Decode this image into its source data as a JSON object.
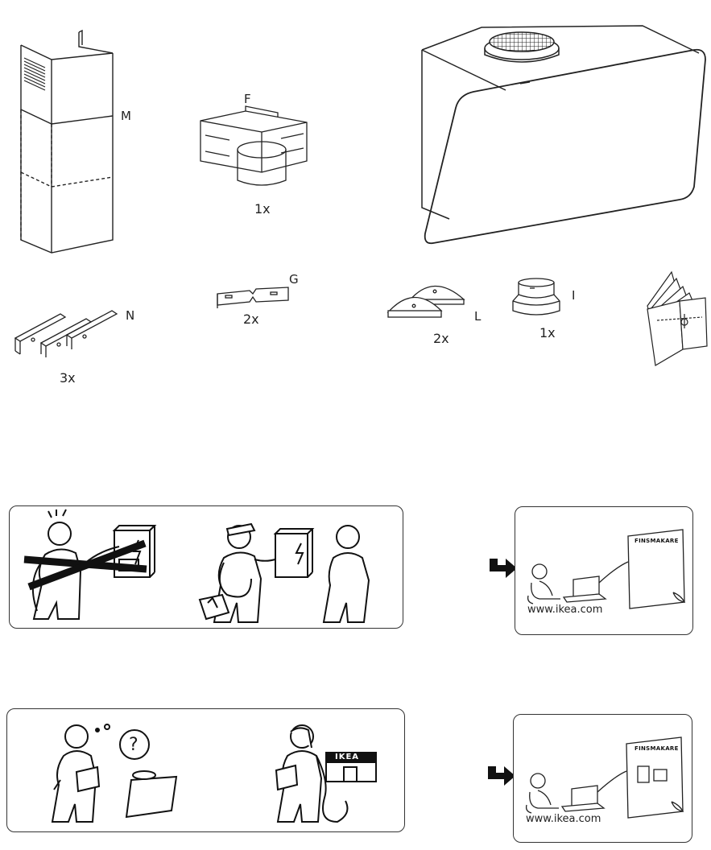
{
  "parts": {
    "M": {
      "label": "M"
    },
    "F": {
      "label": "F",
      "qty": "1x"
    },
    "G": {
      "label": "G",
      "qty": "2x"
    },
    "N": {
      "label": "N",
      "qty": "3x"
    },
    "L": {
      "label": "L",
      "qty": "2x"
    },
    "I": {
      "label": "I",
      "qty": "1x"
    }
  },
  "help_panels": [
    {
      "url": "www.ikea.com",
      "booklet_title": "FINSMAKARE"
    },
    {
      "url": "www.ikea.com",
      "booklet_title": "FINSMAKARE"
    }
  ],
  "ikea_sign": "IKEA",
  "question_mark": "?"
}
